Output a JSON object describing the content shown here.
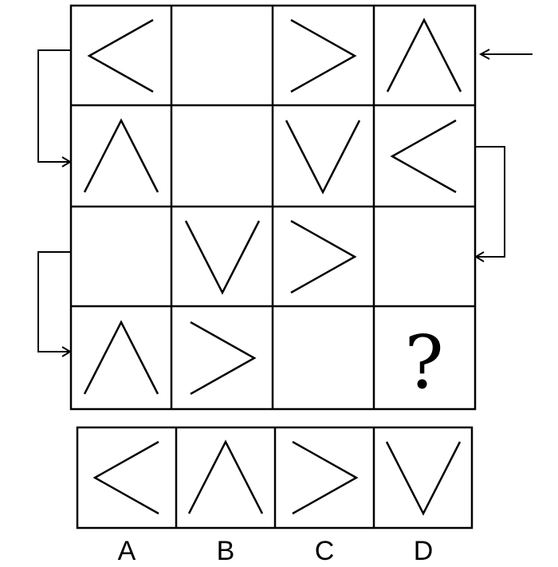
{
  "puzzle": {
    "grid": [
      [
        "left",
        "",
        "right",
        "up"
      ],
      [
        "up",
        "",
        "down",
        "left"
      ],
      [
        "",
        "down",
        "right",
        ""
      ],
      [
        "up",
        "right",
        "",
        "?"
      ]
    ],
    "question_mark": "?"
  },
  "options": [
    {
      "label": "A",
      "shape": "left"
    },
    {
      "label": "B",
      "shape": "up"
    },
    {
      "label": "C",
      "shape": "right"
    },
    {
      "label": "D",
      "shape": "down"
    }
  ]
}
